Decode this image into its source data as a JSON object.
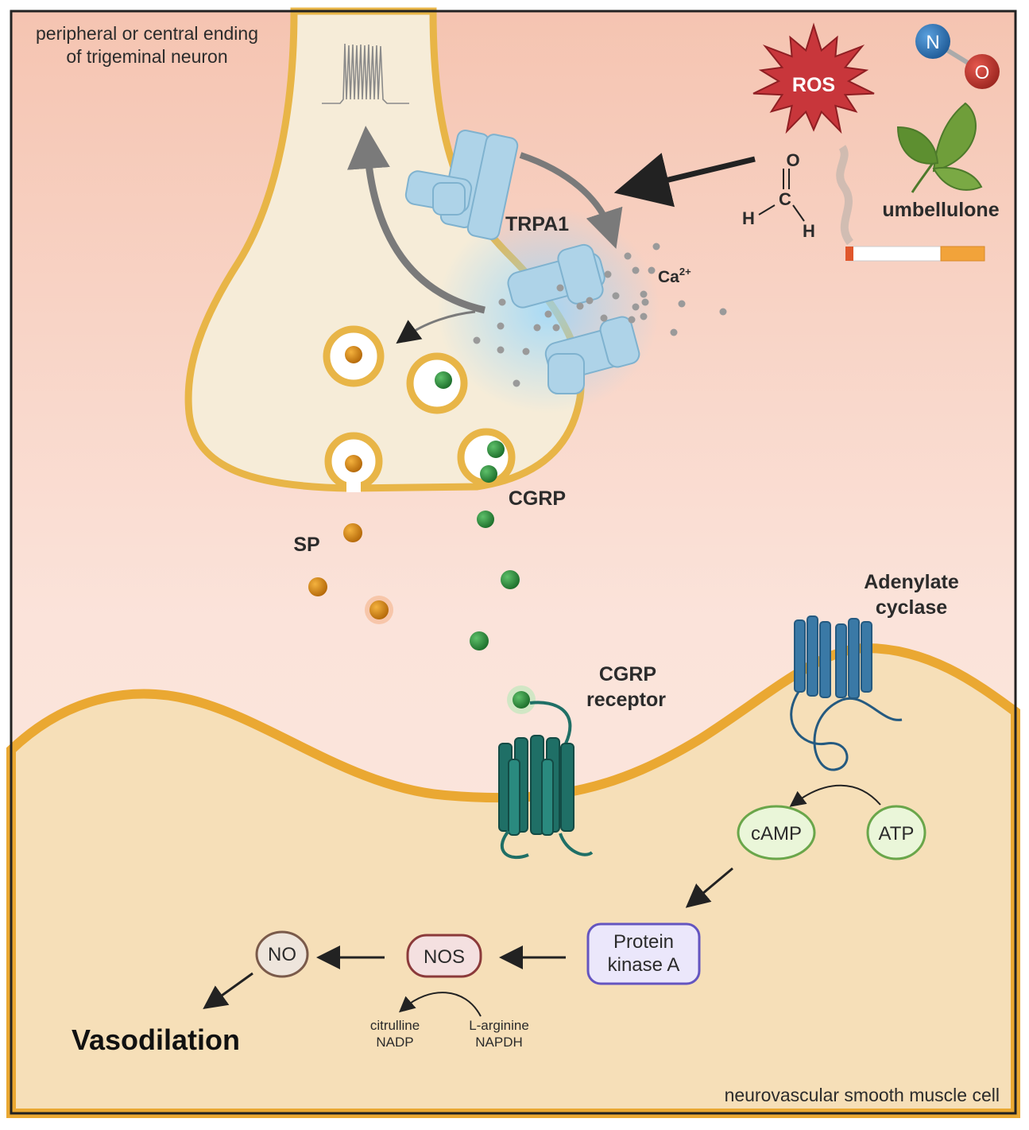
{
  "neuron_label": {
    "line1": "peripheral or central ending",
    "line2": "of trigeminal neuron"
  },
  "muscle_label": "neurovascular smooth muscle cell",
  "stimuli": {
    "ros": "ROS",
    "no_atoms": {
      "n": "N",
      "o": "O"
    },
    "formaldehyde": {
      "o": "O",
      "c": "C",
      "h1": "H",
      "h2": "H"
    },
    "umbellulone": "umbellulone"
  },
  "channel": {
    "name": "TRPA1",
    "ion": "Ca",
    "ion_charge": "2+"
  },
  "neuropeptides": {
    "sp": "SP",
    "cgrp": "CGRP"
  },
  "receptor": {
    "line1": "CGRP",
    "line2": "receptor"
  },
  "enzyme": {
    "line1": "Adenylate",
    "line2": "cyclase"
  },
  "nodes": {
    "camp": "cAMP",
    "atp": "ATP",
    "pka": {
      "line1": "Protein",
      "line2": "kinase A"
    },
    "nos": "NOS",
    "no": "NO"
  },
  "byproducts": {
    "left": {
      "line1": "citrulline",
      "line2": "NADP"
    },
    "right": {
      "line1": "L-arginine",
      "line2": "NAPDH"
    }
  },
  "outcome": "Vasodilation",
  "colors": {
    "neuron_fill": "#f6ecd8",
    "membrane": "#e8b547",
    "extracellular": "#f7cdbd",
    "muscle_fill": "#f6dfb8",
    "trpa1": "#aed3e8",
    "cgrp_green": "#2e8b3e",
    "sp_orange": "#d9870f",
    "receptor_teal": "#1f6f66",
    "cyclase_blue": "#3a79a6",
    "ros_red": "#c8363b"
  }
}
